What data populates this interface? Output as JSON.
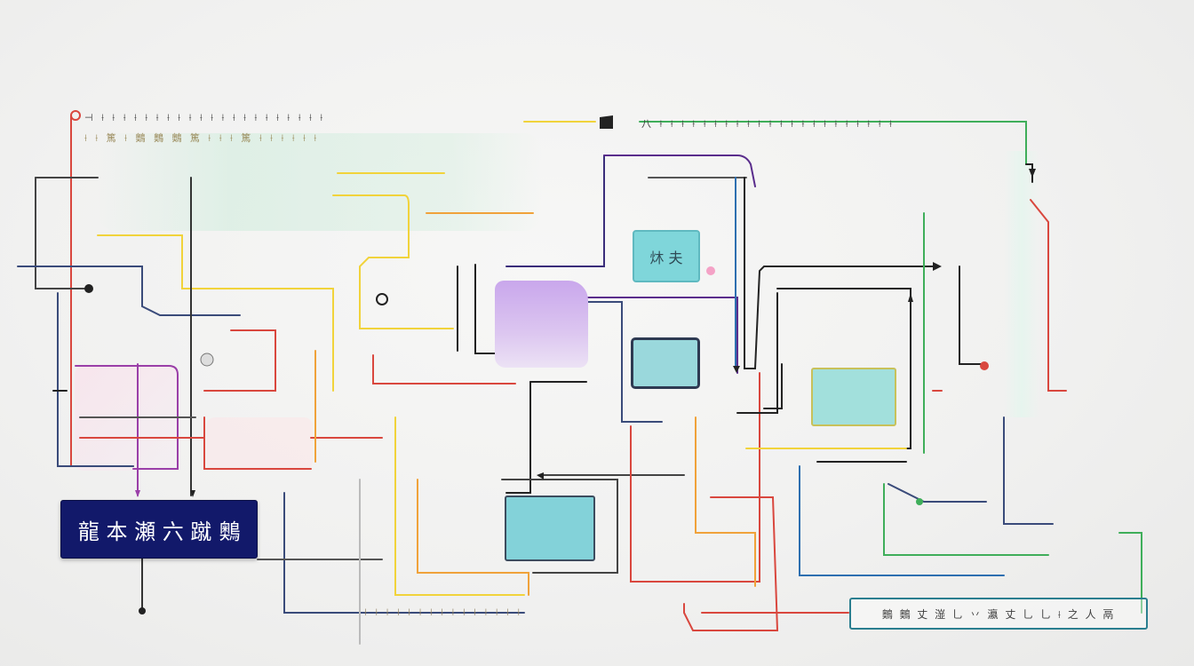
{
  "title_box": {
    "label": "龍 本 瀬 六 蹴 䴈"
  },
  "node_top_center": {
    "label": "炑 夫"
  },
  "top_header": {
    "left_row_1": "⊣ ⟊ ⟊ ⟊ ⟊ ⟊ ⟊ ⟊ ⟊ ⟊ ⟊ ⟊ ⟊ ⟊ ⟊ ⟊ ⟊ ⟊ ⟊ ⟊ ⟊ ⟊",
    "left_row_2": "⟊ ⟊ 篤 ⟊ 䴈 䴈 䴈 篤 ⟊ ⟊ ⟊ 篤 ⟊ ⟊ ⟊ ⟊ ⟊ ⟊",
    "right_row_1": "八 ⟊ ⟊ ⟊ ⟊ ⟊ ⟊ ⟊ ⟊ ⟊ ⟊ ⟊ ⟊ ⟊ ⟊ ⟊ ⟊ ⟊ ⟊ ⟊ ⟊ ⟊ ⟊"
  },
  "bottom_row": {
    "center_text": "⟊ ⟊ ⟊ ⟊ ⟊ ⟊ ⟊ ⟊ ⟊ ⟊ ⟊ ⟊ ⟊ ⟊ ⟊",
    "right_text": "䴈 䴈 丈 潂  乚 丷 瀛 丈 乚 乚 ⟊ 之 人 鬲"
  },
  "colors": {
    "navy": "#12196a",
    "teal": "#7fd6da",
    "lilac": "#c9a7ec",
    "red": "#d9473e",
    "orange": "#f0a23a",
    "yellow": "#f1d33b",
    "purple": "#5a2d8c",
    "blue": "#2d6fb0",
    "green": "#3fae5a",
    "black": "#222222"
  }
}
